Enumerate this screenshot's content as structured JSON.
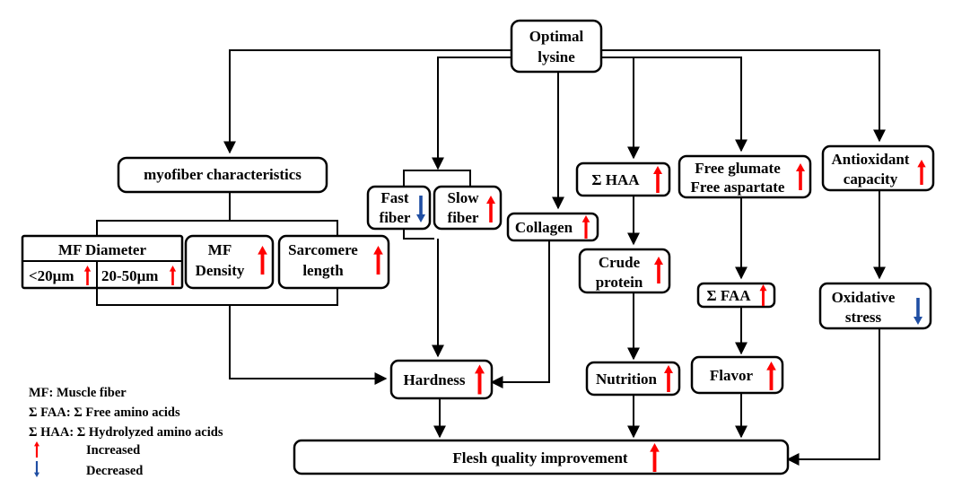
{
  "colors": {
    "increase": "#ff0000",
    "decrease": "#1f4ea3",
    "stroke": "#000000"
  },
  "nodes": {
    "optimal_lysine": [
      "Optimal",
      "lysine"
    ],
    "myofiber": "myofiber characteristics",
    "mf_diameter": "MF Diameter",
    "lt20": "<20μm",
    "d20_50": "20-50μm",
    "mf_density": [
      "MF",
      "Density"
    ],
    "sarcomere": [
      "Sarcomere",
      "length"
    ],
    "fast_fiber": [
      "Fast",
      "fiber"
    ],
    "slow_fiber": [
      "Slow",
      "fiber"
    ],
    "collagen": "Collagen",
    "haa": "Σ HAA",
    "crude_protein": [
      "Crude",
      "protein"
    ],
    "free_aa": [
      "Free glumate",
      "Free aspartate"
    ],
    "faa": "Σ FAA",
    "antioxidant": [
      "Antioxidant",
      "capacity"
    ],
    "oxidative": [
      "Oxidative",
      "stress"
    ],
    "hardness": "Hardness",
    "nutrition": "Nutrition",
    "flavor": "Flavor",
    "flesh": "Flesh quality improvement"
  },
  "legend": {
    "mf": "MF: Muscle fiber",
    "faa": "Σ FAA:  Σ Free amino acids",
    "haa": "Σ HAA:  Σ Hydrolyzed amino acids",
    "increased": "Increased",
    "decreased": "Decreased"
  }
}
